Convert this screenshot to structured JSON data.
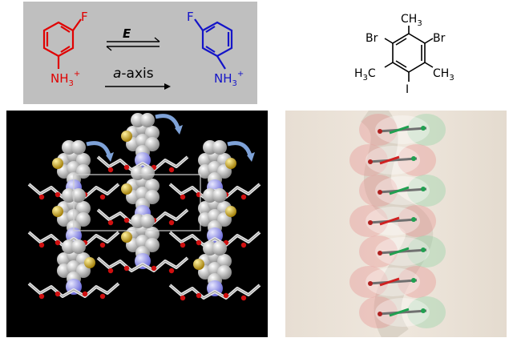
{
  "colors": {
    "red_molecule": "#e00000",
    "blue_molecule": "#1414c8",
    "panel_grey": "#bfbfbf",
    "cell_black": "#000000",
    "fluorine_sphere": "#c8a21a",
    "nitrogen_sphere": "#9a9ae6",
    "rotation_arrow": "#7ea2d8"
  },
  "scheme": {
    "left_molecule": {
      "substituent_top": "F",
      "substituent_bottom": "NH",
      "subscript": "3",
      "charge": "+"
    },
    "right_molecule": {
      "substituent_top": "F",
      "substituent_bottom": "NH",
      "subscript": "3",
      "charge": "+"
    },
    "field_label": "E",
    "axis_label_italic": "a",
    "axis_label_rest": "-axis"
  },
  "cocrystal_molecule": {
    "methyl_top": "CH",
    "methyl_top_sub": "3",
    "br_left": "Br",
    "br_right": "Br",
    "me_left_prefix": "H",
    "me_left_sub": "3",
    "me_left_suffix": "C",
    "me_right_prefix": "CH",
    "me_right_sub": "3",
    "iodine": "I"
  },
  "icons": [
    "rotation-arrow-icon",
    "unit-cell-box",
    "helix-stack"
  ]
}
